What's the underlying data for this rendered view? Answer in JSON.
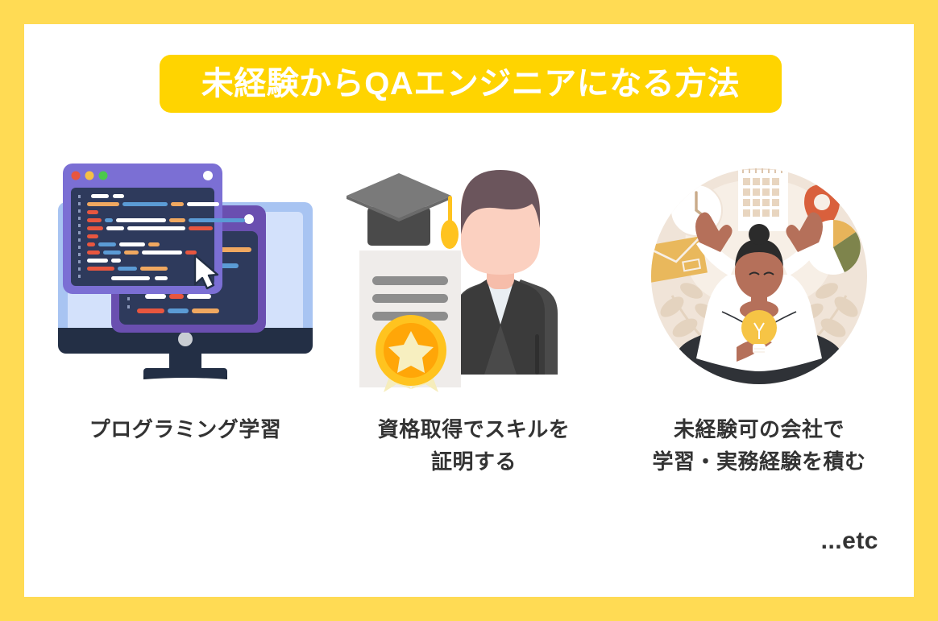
{
  "poster": {
    "border_color": "#ffdb54",
    "background_color": "#ffffff"
  },
  "title": {
    "text": "未経験からQAエンジニアになる方法",
    "banner_color": "#ffd400",
    "text_color": "#ffffff"
  },
  "columns": [
    {
      "id": "programming-study",
      "illustration": "desktop-monitor-code-editor",
      "caption_lines": [
        "プログラミング学習"
      ],
      "caption_line_1": "プログラミング学習",
      "colors": {
        "monitor_body": "#232f45",
        "screen": "#c3d6f7",
        "screen_inner": "#d3e1fb",
        "window_titlebar": "#7b6fd4",
        "window_titlebar_back": "#6a4fb0",
        "code_background": "#2e3a5c",
        "code_white": "#ffffff",
        "code_orange": "#f0a860",
        "code_blue": "#5b9bd5",
        "code_red": "#e8563f",
        "dot_red": "#e8563f",
        "dot_yellow": "#f5c044",
        "dot_green": "#4cc94c"
      }
    },
    {
      "id": "certification",
      "illustration": "graduate-with-certificate-and-medal",
      "caption_lines": [
        "資格取得でスキルを",
        "証明する"
      ],
      "caption_line_1": "資格取得でスキルを",
      "caption_line_2": "証明する",
      "colors": {
        "cap_top": "#7a7a7a",
        "cap_base": "#4a4a4a",
        "tassel": "#ffc31f",
        "hair": "#6b555c",
        "skin": "#fbd0c0",
        "suit": "#4a4a4a",
        "suit_dark": "#3b3b3b",
        "shirt": "#eaeff3",
        "paper": "#efecea",
        "paper_line": "#8d8d8d",
        "medal_ring": "#ffc31f",
        "medal_inner": "#ffa608",
        "medal_star": "#f7efc0",
        "ribbon": "#f6edbb"
      }
    },
    {
      "id": "work-experience",
      "illustration": "meditating-woman-with-office-icons",
      "caption_lines": [
        "未経験可の会社で",
        "学習・実務経験を積む"
      ],
      "caption_line_1": "未経験可の会社で",
      "caption_line_2": "学習・実務経験を積む",
      "colors": {
        "circle_background": "#f0e4d8",
        "circle_light": "#f7efe6",
        "skin": "#b5705a",
        "hair": "#2b2b2b",
        "shirt": "#ffffff",
        "trousers": "#2f3237",
        "clock": "#ffffff",
        "clock_hands": "#c9ab8a",
        "calendar": "#ffffff",
        "calendar_grid": "#ddc6ae",
        "map_pin": "#d9603c",
        "pie_olive": "#7e844c",
        "pie_amber": "#e8b45a",
        "pie_white": "#ffffff",
        "envelope": "#e9b85c",
        "bulb": "#f6c445",
        "leaf": "#e4d3bf"
      },
      "icons": [
        "clock-icon",
        "calendar-icon",
        "map-pin-icon",
        "pie-chart-icon",
        "envelope-icon",
        "lightbulb-icon",
        "leaf-branch-icon"
      ]
    }
  ],
  "footer": {
    "etc_label": "...etc",
    "color": "#333333"
  }
}
